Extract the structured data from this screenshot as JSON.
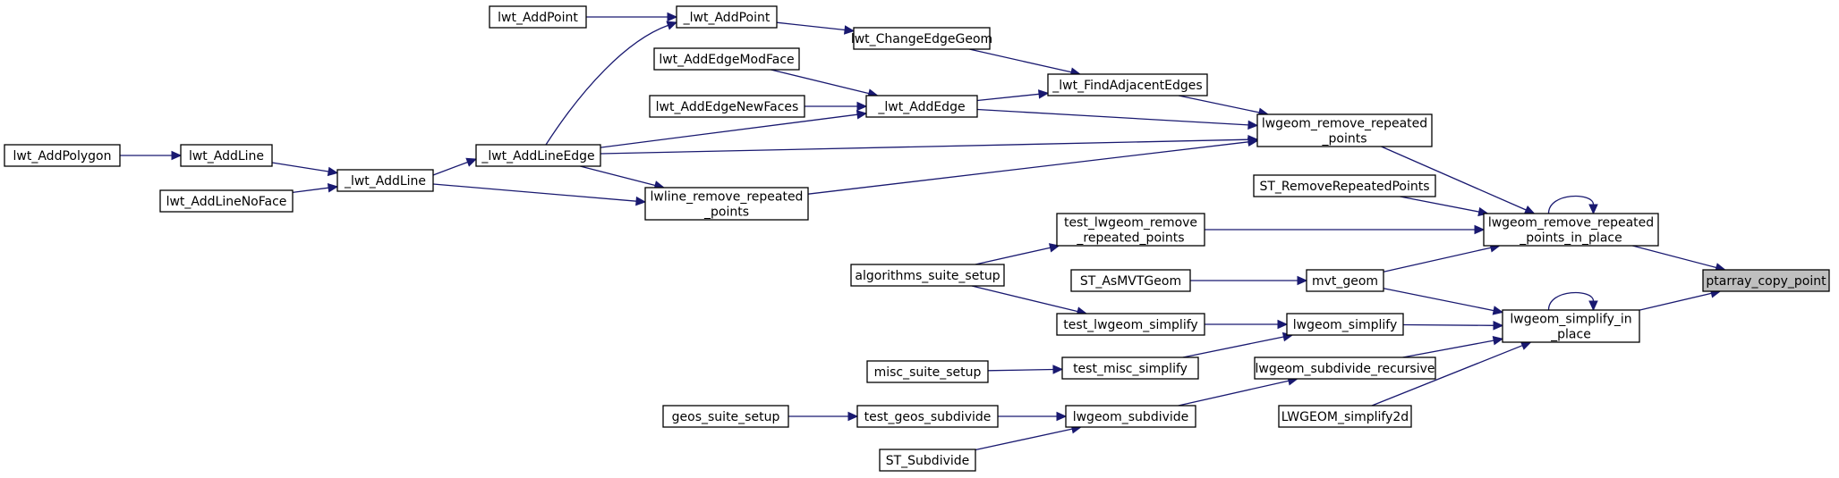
{
  "nodes": [
    {
      "id": "ptarray_copy_point",
      "lines": [
        "ptarray_copy_point"
      ],
      "root": true
    },
    {
      "id": "lwgeom_remove_repeated_points_in_place",
      "lines": [
        "lwgeom_remove_repeated",
        "_points_in_place"
      ]
    },
    {
      "id": "lwgeom_simplify_in_place",
      "lines": [
        "lwgeom_simplify_in",
        "_place"
      ]
    },
    {
      "id": "lwgeom_remove_repeated_points",
      "lines": [
        "lwgeom_remove_repeated",
        "_points"
      ]
    },
    {
      "id": "ST_RemoveRepeatedPoints",
      "lines": [
        "ST_RemoveRepeatedPoints"
      ]
    },
    {
      "id": "test_lwgeom_remove_repeated_points",
      "lines": [
        "test_lwgeom_remove",
        "_repeated_points"
      ]
    },
    {
      "id": "mvt_geom",
      "lines": [
        "mvt_geom"
      ]
    },
    {
      "id": "lwgeom_simplify",
      "lines": [
        "lwgeom_simplify"
      ]
    },
    {
      "id": "lwgeom_subdivide_recursive",
      "lines": [
        "lwgeom_subdivide_recursive"
      ]
    },
    {
      "id": "LWGEOM_simplify2d",
      "lines": [
        "LWGEOM_simplify2d"
      ]
    },
    {
      "id": "_lwt_FindAdjacentEdges",
      "lines": [
        "_lwt_FindAdjacentEdges"
      ]
    },
    {
      "id": "_lwt_AddEdge",
      "lines": [
        "_lwt_AddEdge"
      ]
    },
    {
      "id": "_lwt_AddLineEdge",
      "lines": [
        "_lwt_AddLineEdge"
      ]
    },
    {
      "id": "lwline_remove_repeated_points",
      "lines": [
        "lwline_remove_repeated",
        "_points"
      ]
    },
    {
      "id": "algorithms_suite_setup",
      "lines": [
        "algorithms_suite_setup"
      ]
    },
    {
      "id": "ST_AsMVTGeom",
      "lines": [
        "ST_AsMVTGeom"
      ]
    },
    {
      "id": "test_lwgeom_simplify",
      "lines": [
        "test_lwgeom_simplify"
      ]
    },
    {
      "id": "test_misc_simplify",
      "lines": [
        "test_misc_simplify"
      ]
    },
    {
      "id": "lwgeom_subdivide",
      "lines": [
        "lwgeom_subdivide"
      ]
    },
    {
      "id": "lwt_ChangeEdgeGeom",
      "lines": [
        "lwt_ChangeEdgeGeom"
      ]
    },
    {
      "id": "lwt_AddEdgeModFace",
      "lines": [
        "lwt_AddEdgeModFace"
      ]
    },
    {
      "id": "lwt_AddEdgeNewFaces",
      "lines": [
        "lwt_AddEdgeNewFaces"
      ]
    },
    {
      "id": "_lwt_AddLine",
      "lines": [
        "_lwt_AddLine"
      ]
    },
    {
      "id": "_lwt_AddPoint",
      "lines": [
        "_lwt_AddPoint"
      ]
    },
    {
      "id": "misc_suite_setup",
      "lines": [
        "misc_suite_setup"
      ]
    },
    {
      "id": "test_geos_subdivide",
      "lines": [
        "test_geos_subdivide"
      ]
    },
    {
      "id": "ST_Subdivide",
      "lines": [
        "ST_Subdivide"
      ]
    },
    {
      "id": "lwt_AddLine",
      "lines": [
        "lwt_AddLine"
      ]
    },
    {
      "id": "lwt_AddLineNoFace",
      "lines": [
        "lwt_AddLineNoFace"
      ]
    },
    {
      "id": "lwt_AddPoint",
      "lines": [
        "lwt_AddPoint"
      ]
    },
    {
      "id": "geos_suite_setup",
      "lines": [
        "geos_suite_setup"
      ]
    },
    {
      "id": "lwt_AddPolygon",
      "lines": [
        "lwt_AddPolygon"
      ]
    }
  ],
  "edges": [
    {
      "from": "lwgeom_remove_repeated_points_in_place",
      "to": "ptarray_copy_point"
    },
    {
      "from": "lwgeom_simplify_in_place",
      "to": "ptarray_copy_point"
    },
    {
      "from": "lwgeom_remove_repeated_points_in_place",
      "to": "lwgeom_remove_repeated_points_in_place"
    },
    {
      "from": "lwgeom_simplify_in_place",
      "to": "lwgeom_simplify_in_place"
    },
    {
      "from": "lwgeom_remove_repeated_points",
      "to": "lwgeom_remove_repeated_points_in_place"
    },
    {
      "from": "ST_RemoveRepeatedPoints",
      "to": "lwgeom_remove_repeated_points_in_place"
    },
    {
      "from": "test_lwgeom_remove_repeated_points",
      "to": "lwgeom_remove_repeated_points_in_place"
    },
    {
      "from": "mvt_geom",
      "to": "lwgeom_remove_repeated_points_in_place"
    },
    {
      "from": "mvt_geom",
      "to": "lwgeom_simplify_in_place"
    },
    {
      "from": "lwgeom_simplify",
      "to": "lwgeom_simplify_in_place"
    },
    {
      "from": "lwgeom_subdivide_recursive",
      "to": "lwgeom_simplify_in_place"
    },
    {
      "from": "LWGEOM_simplify2d",
      "to": "lwgeom_simplify_in_place"
    },
    {
      "from": "_lwt_FindAdjacentEdges",
      "to": "lwgeom_remove_repeated_points"
    },
    {
      "from": "_lwt_AddEdge",
      "to": "lwgeom_remove_repeated_points"
    },
    {
      "from": "_lwt_AddLineEdge",
      "to": "lwgeom_remove_repeated_points"
    },
    {
      "from": "lwline_remove_repeated_points",
      "to": "lwgeom_remove_repeated_points"
    },
    {
      "from": "algorithms_suite_setup",
      "to": "test_lwgeom_remove_repeated_points"
    },
    {
      "from": "ST_AsMVTGeom",
      "to": "mvt_geom"
    },
    {
      "from": "test_lwgeom_simplify",
      "to": "lwgeom_simplify"
    },
    {
      "from": "test_misc_simplify",
      "to": "lwgeom_simplify"
    },
    {
      "from": "lwgeom_subdivide",
      "to": "lwgeom_subdivide_recursive"
    },
    {
      "from": "lwt_ChangeEdgeGeom",
      "to": "_lwt_FindAdjacentEdges"
    },
    {
      "from": "_lwt_AddEdge",
      "to": "_lwt_FindAdjacentEdges"
    },
    {
      "from": "lwt_AddEdgeModFace",
      "to": "_lwt_AddEdge"
    },
    {
      "from": "lwt_AddEdgeNewFaces",
      "to": "_lwt_AddEdge"
    },
    {
      "from": "_lwt_AddLineEdge",
      "to": "_lwt_AddEdge"
    },
    {
      "from": "_lwt_AddLine",
      "to": "_lwt_AddLineEdge"
    },
    {
      "from": "_lwt_AddLineEdge",
      "to": "_lwt_AddPoint"
    },
    {
      "from": "_lwt_AddLine",
      "to": "lwline_remove_repeated_points"
    },
    {
      "from": "_lwt_AddLineEdge",
      "to": "lwline_remove_repeated_points"
    },
    {
      "from": "algorithms_suite_setup",
      "to": "test_lwgeom_simplify"
    },
    {
      "from": "misc_suite_setup",
      "to": "test_misc_simplify"
    },
    {
      "from": "test_geos_subdivide",
      "to": "lwgeom_subdivide"
    },
    {
      "from": "ST_Subdivide",
      "to": "lwgeom_subdivide"
    },
    {
      "from": "_lwt_AddPoint",
      "to": "lwt_ChangeEdgeGeom"
    },
    {
      "from": "lwt_AddLine",
      "to": "_lwt_AddLine"
    },
    {
      "from": "lwt_AddLineNoFace",
      "to": "_lwt_AddLine"
    },
    {
      "from": "lwt_AddPoint",
      "to": "_lwt_AddPoint"
    },
    {
      "from": "geos_suite_setup",
      "to": "test_geos_subdivide"
    },
    {
      "from": "lwt_AddPolygon",
      "to": "lwt_AddLine"
    }
  ],
  "colors": {
    "edge": "#191970",
    "node_border": "#000000",
    "root_fill": "#bfbfbf",
    "node_fill": "#ffffff"
  }
}
